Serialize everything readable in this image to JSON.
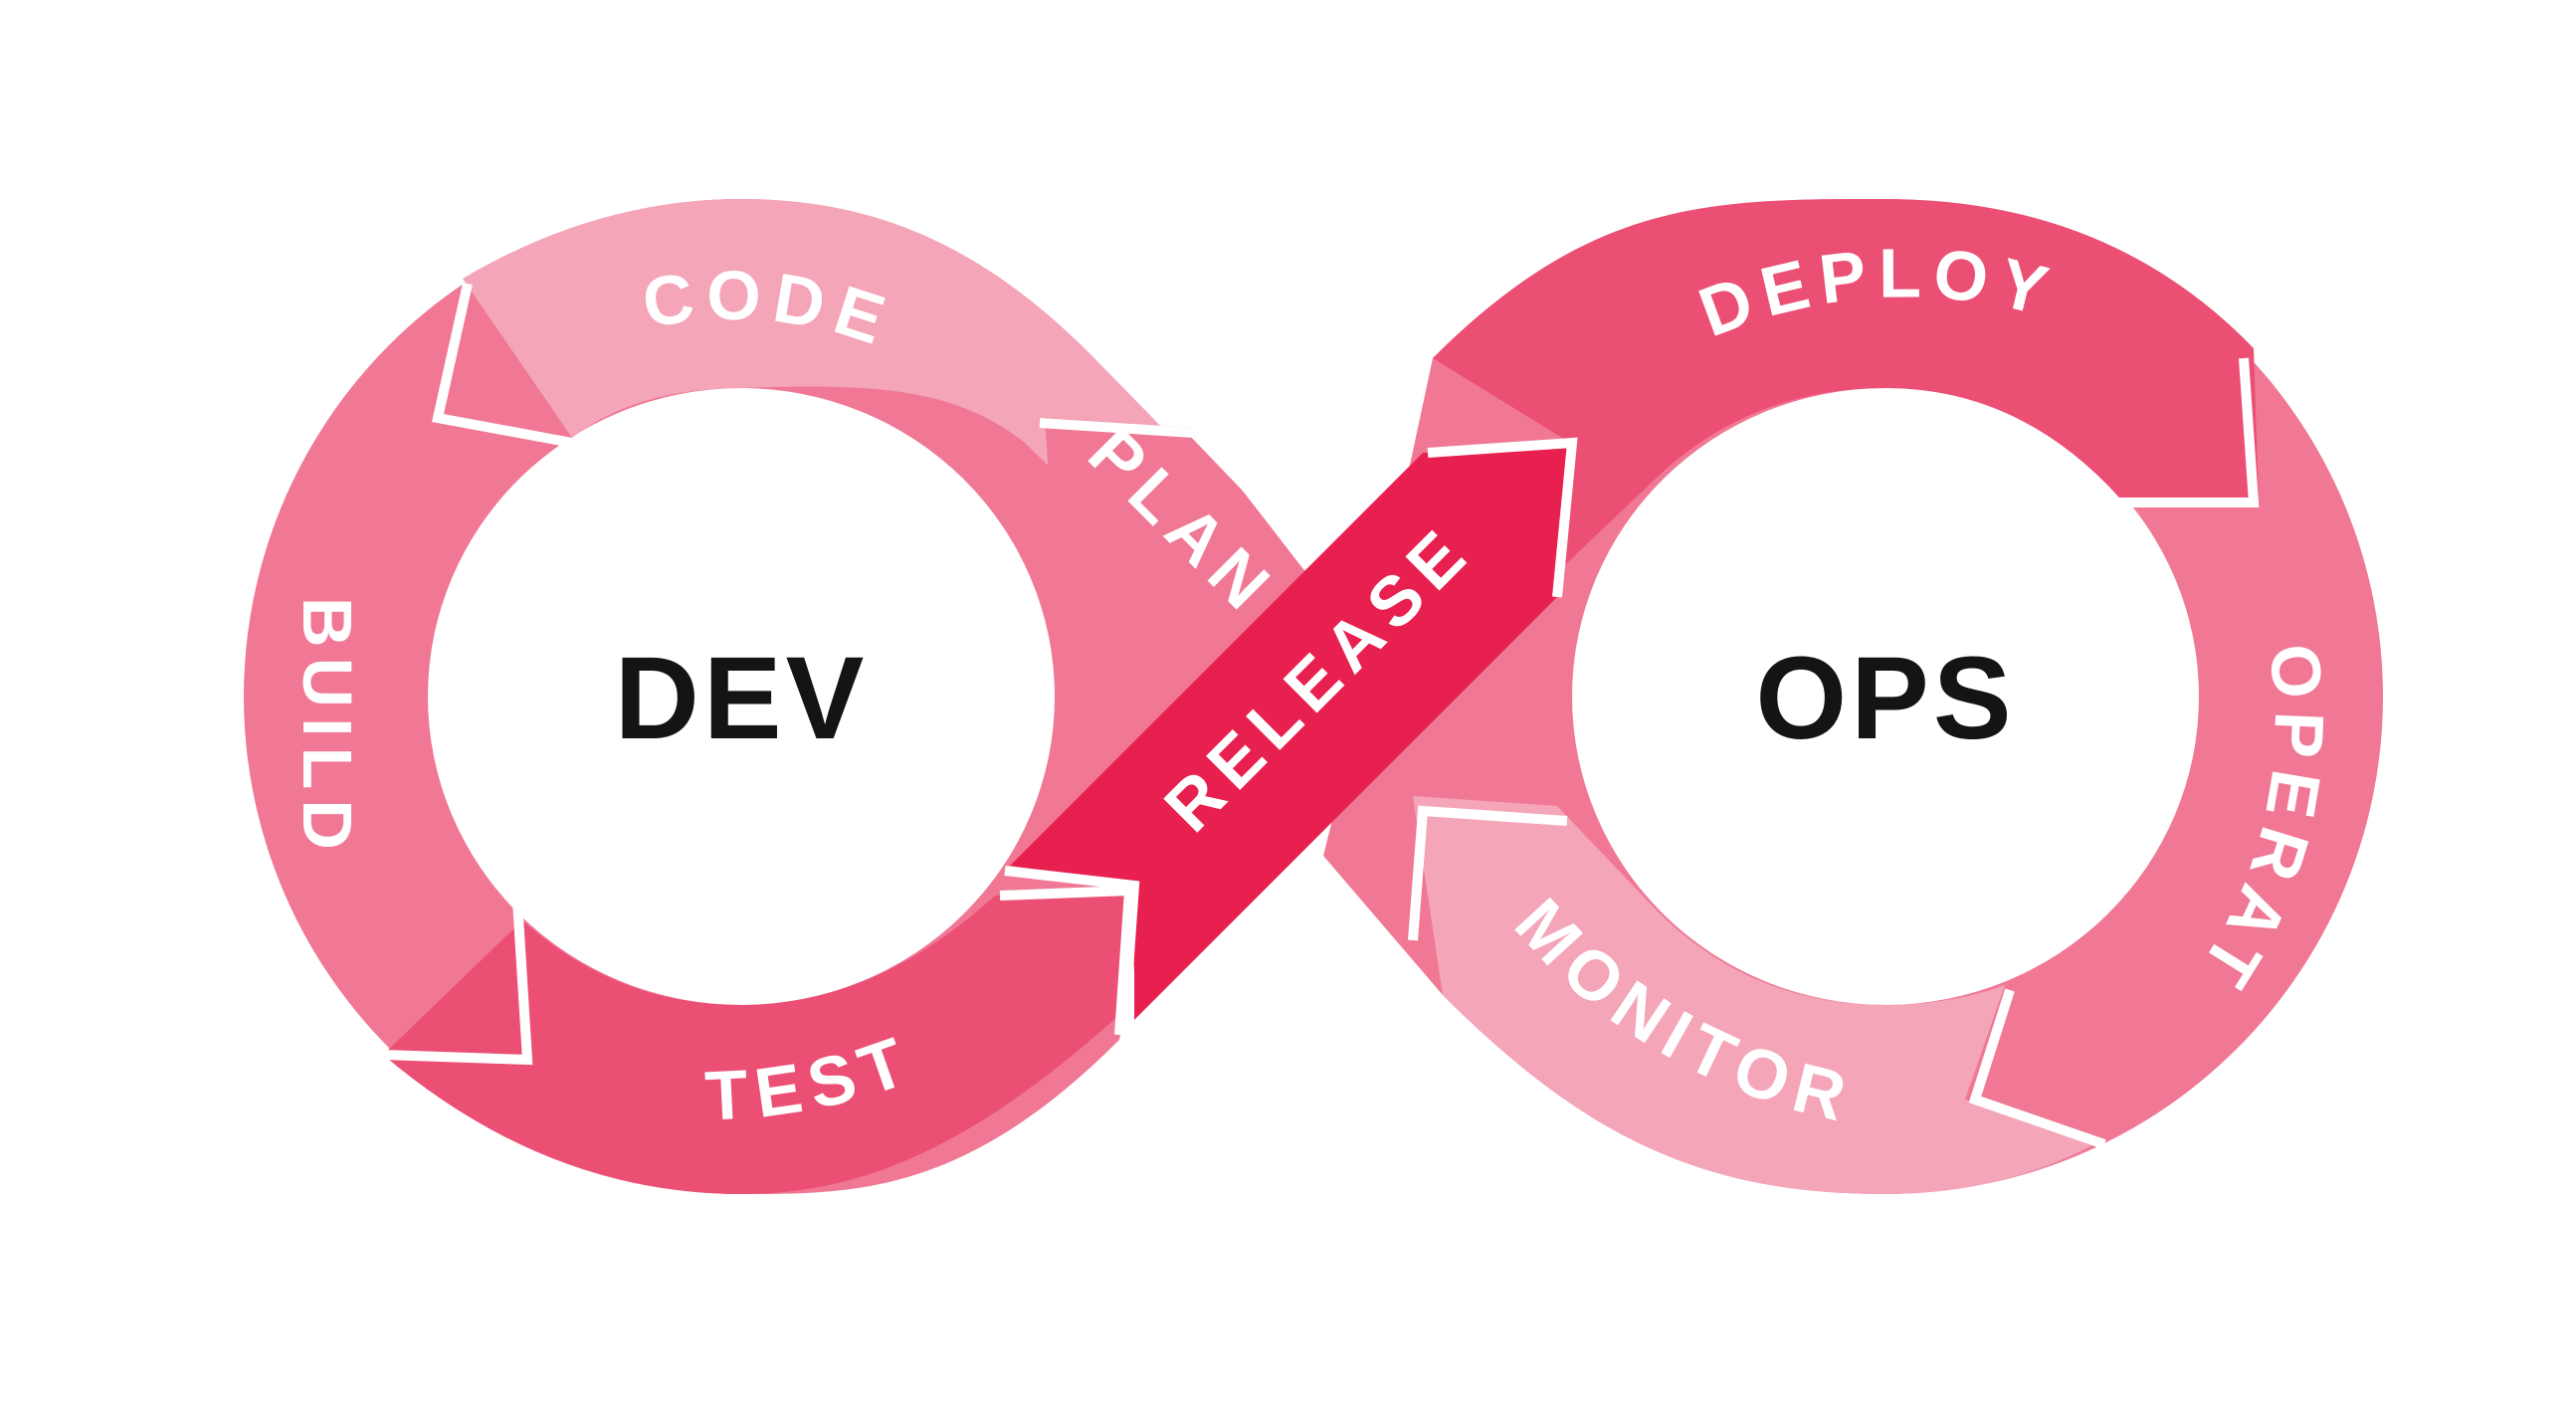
{
  "hubs": {
    "dev": "DEV",
    "ops": "OPS"
  },
  "stages": {
    "plan": "PLAN",
    "code": "CODE",
    "build": "BUILD",
    "test": "TEST",
    "release": "RELEASE",
    "deploy": "DEPLOY",
    "operate": "OPERATE",
    "monitor": "MONITOR"
  },
  "colors": {
    "light_pink": "#f4a5b8",
    "mid_pink": "#f07895",
    "deep_pink": "#ec4f74",
    "crimson": "#e8204f",
    "separator": "#ffffff",
    "hub_text": "#141414"
  }
}
